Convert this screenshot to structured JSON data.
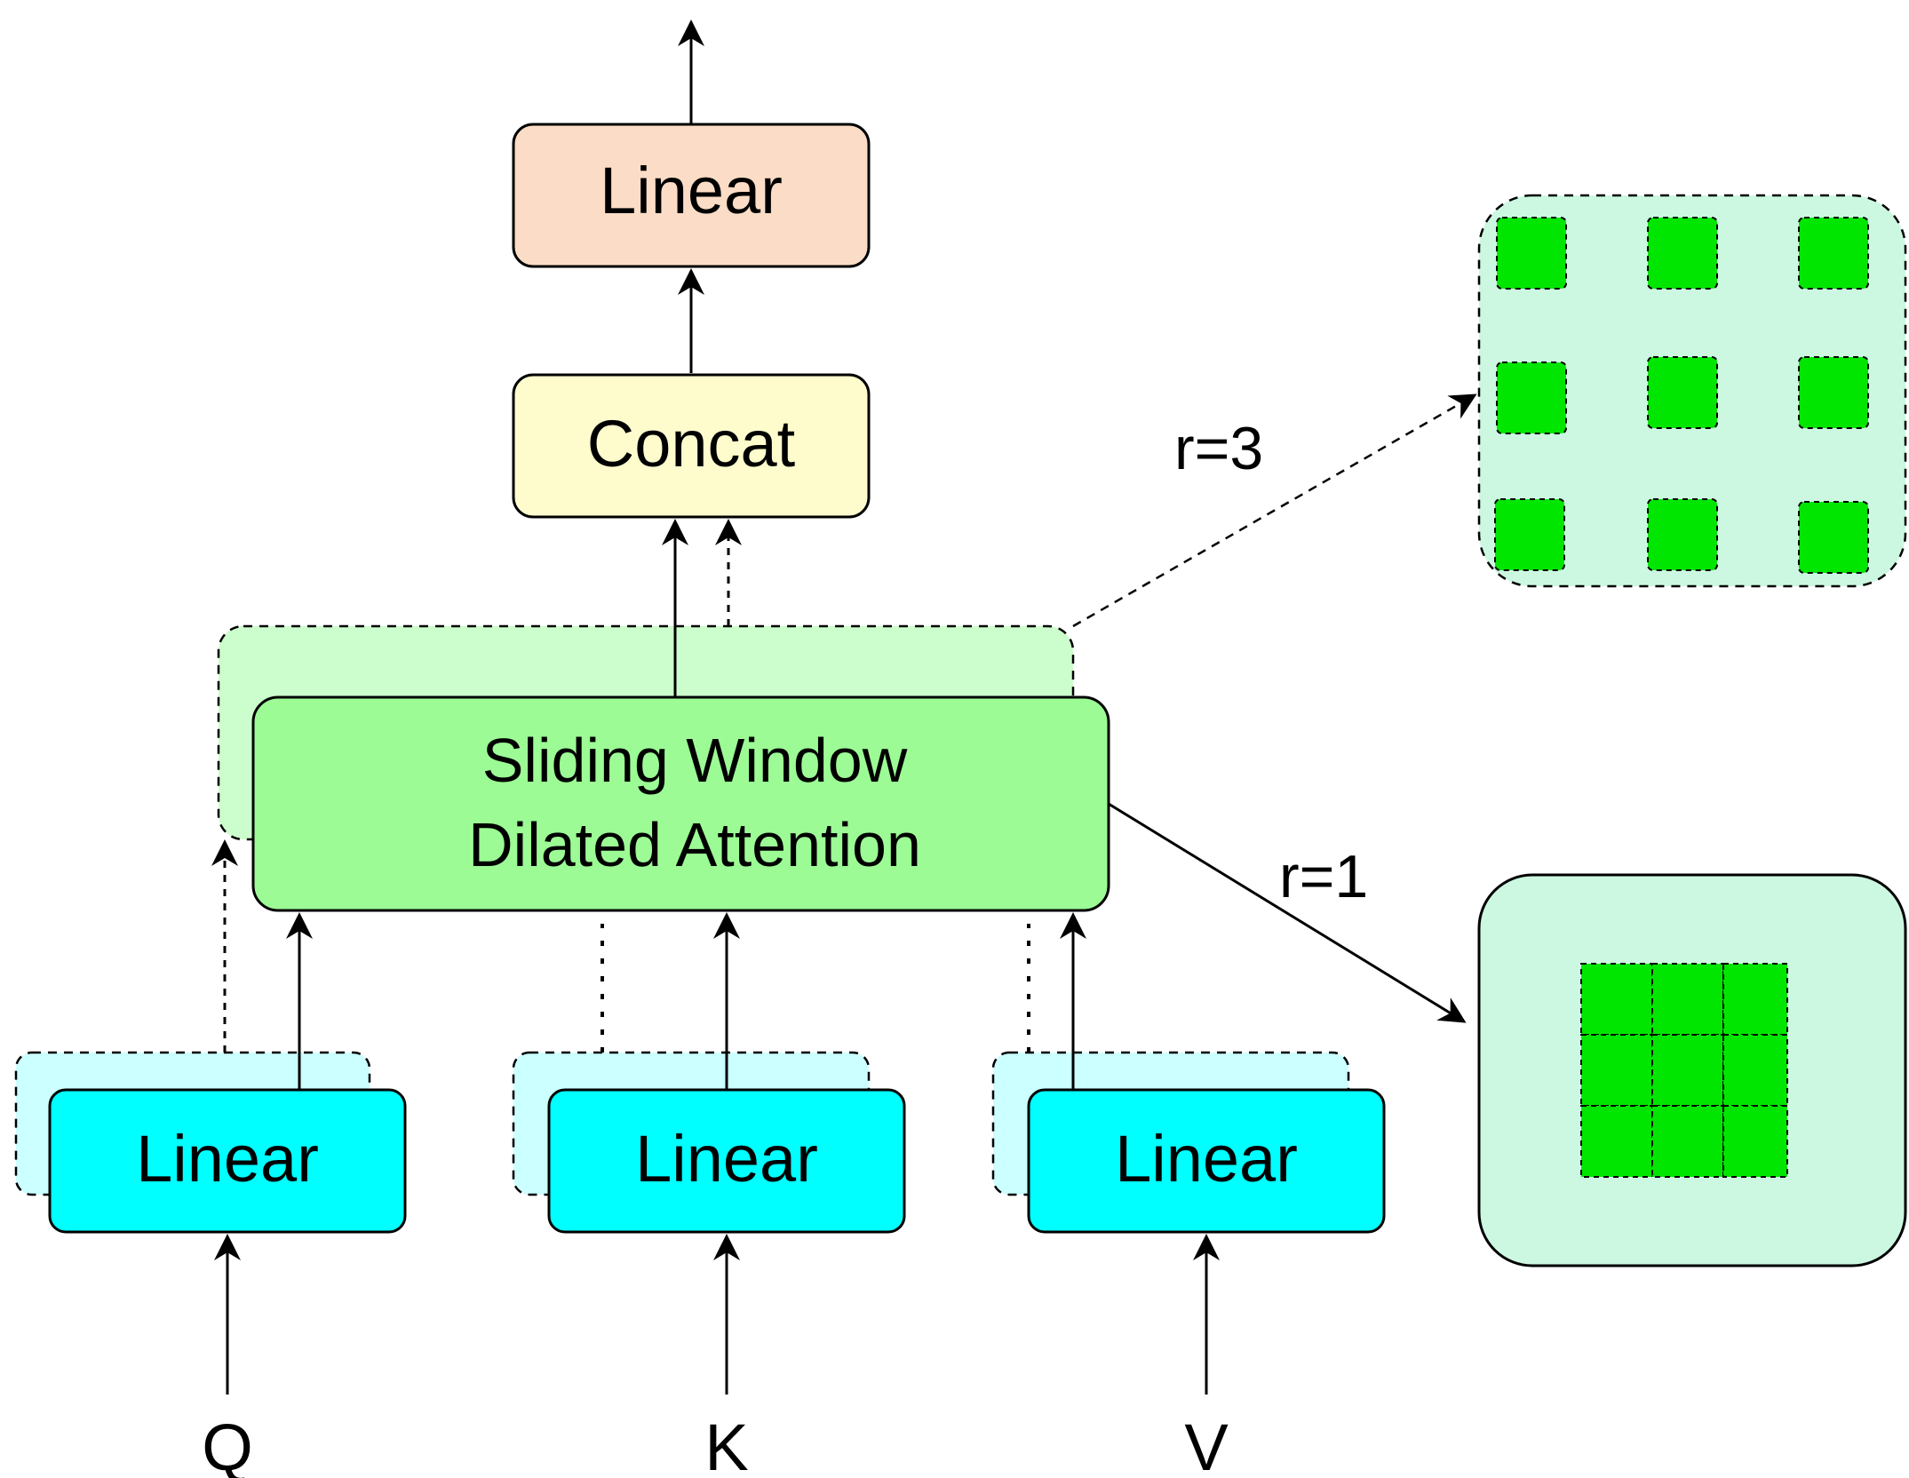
{
  "top_linear": {
    "label": "Linear",
    "fill": "#fbdcc6"
  },
  "concat": {
    "label": "Concat",
    "fill": "#fefccd"
  },
  "attention": {
    "line1": "Sliding Window",
    "line2": "Dilated Attention",
    "fill": "#9cfb95",
    "back_fill": "#ccfdcc"
  },
  "projections": [
    {
      "label": "Linear",
      "input": "Q"
    },
    {
      "label": "Linear",
      "input": "K"
    },
    {
      "label": "Linear",
      "input": "V"
    }
  ],
  "projection_fill": "#00ffff",
  "projection_back_fill": "#ccffff",
  "dilation_high": {
    "label": "r=3"
  },
  "dilation_low": {
    "label": "r=1"
  },
  "grid_background": "#ccf8e1",
  "grid_cell": "#00e600"
}
